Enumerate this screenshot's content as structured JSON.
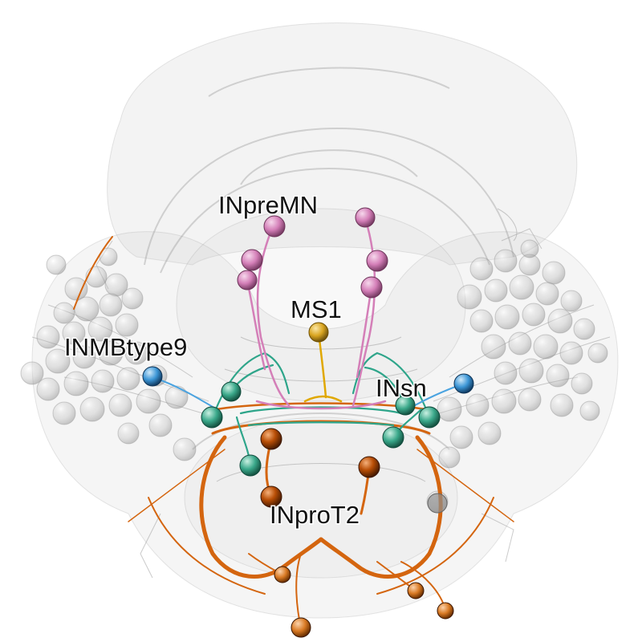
{
  "labels": {
    "inpremn": "INpreMN",
    "ms1": "MS1",
    "inmbtype9": "INMBtype9",
    "insn": "INsn",
    "inprot2": "INproT2"
  },
  "colors": {
    "background": "#ffffff",
    "brain_mesh": "#bdbdbd",
    "context_neurons": "#9e9e9e",
    "inpremn": "#d47fb8",
    "ms1": "#d9a520",
    "inmbtype9": "#4a9fd8",
    "insn": "#3aa88a",
    "inprot2": "#d4650f",
    "label_text": "#111111"
  }
}
